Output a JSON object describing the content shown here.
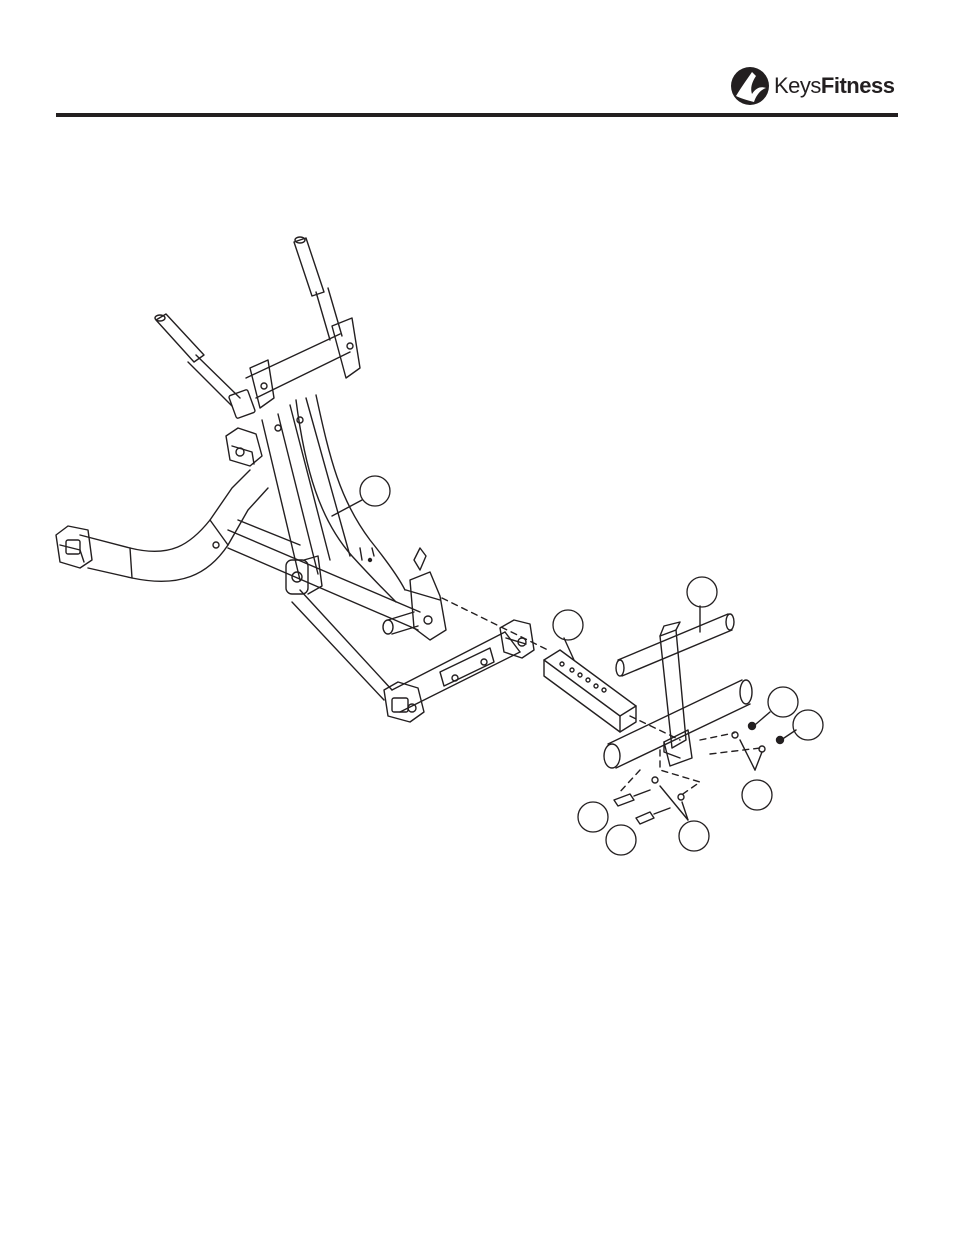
{
  "brand": {
    "name_part1": "Keys",
    "name_part2": "Fitness",
    "logo_icon": "keys-fitness-swoosh-icon"
  },
  "diagram": {
    "type": "exploded-assembly-drawing",
    "callouts": [
      "",
      "",
      "",
      "",
      "",
      "",
      "",
      "",
      ""
    ]
  }
}
